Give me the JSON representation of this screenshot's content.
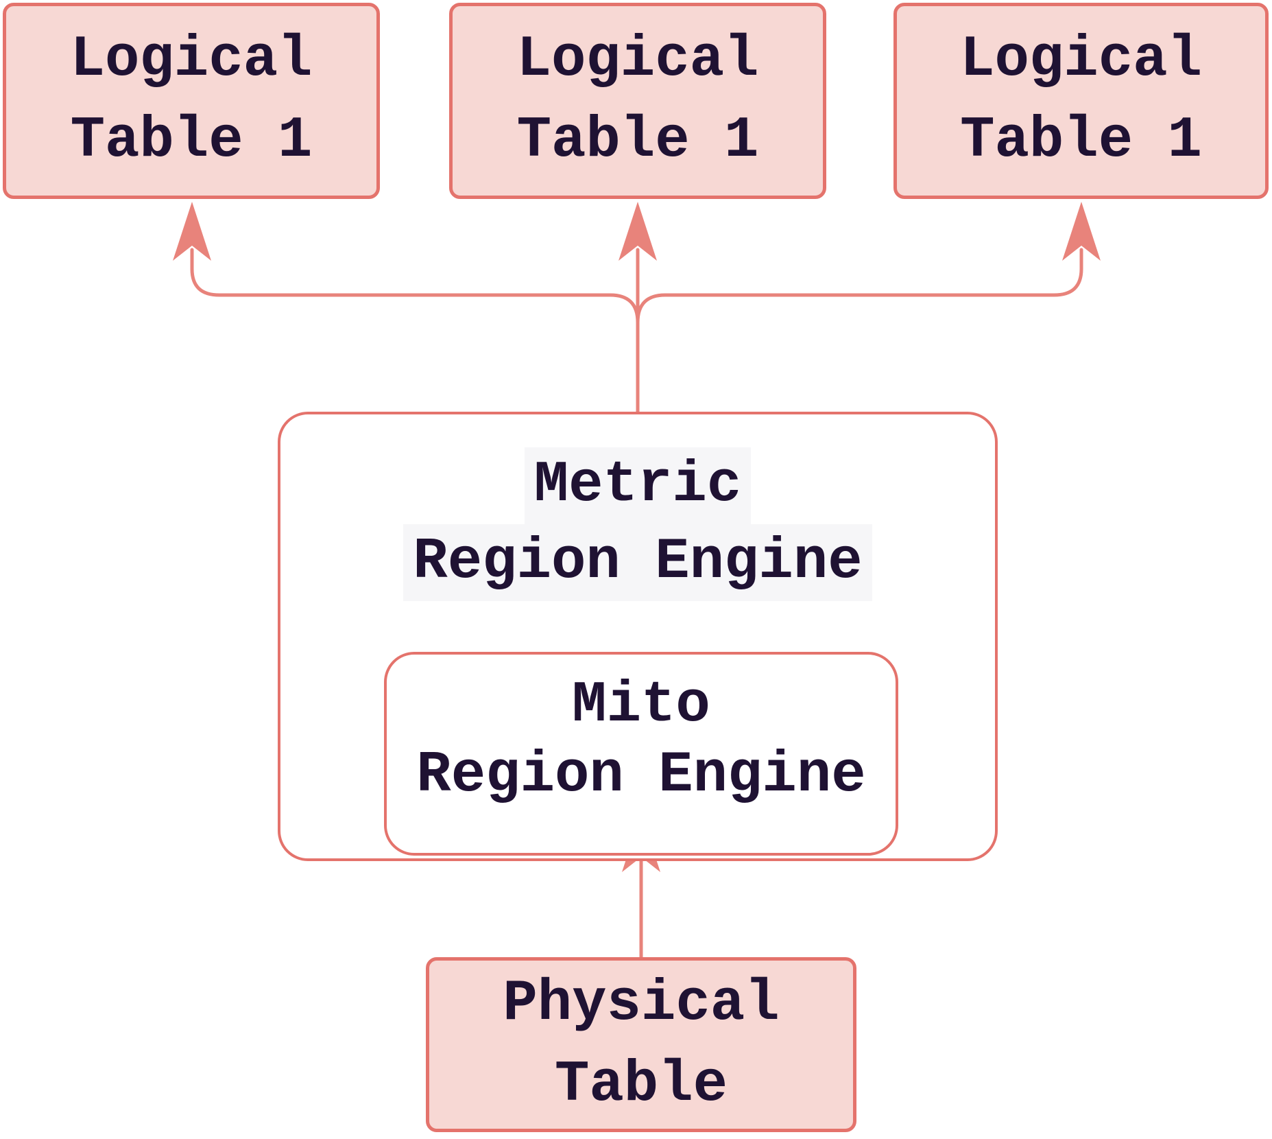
{
  "diagram": {
    "title": "Region engine table mapping diagram",
    "colors": {
      "background": "#ffffff",
      "node_fill": "#f7d8d4",
      "node_border": "#e4736c",
      "arrow_line": "#e8837b",
      "text": "#1f1233",
      "label_highlight": "#f6f6f8"
    },
    "nodes": {
      "logical_table_a": {
        "line1": "Logical",
        "line2": "Table 1"
      },
      "logical_table_b": {
        "line1": "Logical",
        "line2": "Table 1"
      },
      "logical_table_c": {
        "line1": "Logical",
        "line2": "Table 1"
      },
      "metric_region_engine": {
        "line1": "Metric",
        "line2": "Region Engine"
      },
      "mito_region_engine": {
        "line1": "Mito",
        "line2": "Region Engine"
      },
      "physical_table": {
        "line1": "Physical",
        "line2": "Table"
      }
    },
    "edges": [
      {
        "from": "metric_region_engine",
        "to": "logical_table_a",
        "arrow": "up"
      },
      {
        "from": "metric_region_engine",
        "to": "logical_table_b",
        "arrow": "up"
      },
      {
        "from": "metric_region_engine",
        "to": "logical_table_c",
        "arrow": "up"
      },
      {
        "from": "physical_table",
        "to": "mito_region_engine",
        "arrow": "up"
      }
    ]
  }
}
